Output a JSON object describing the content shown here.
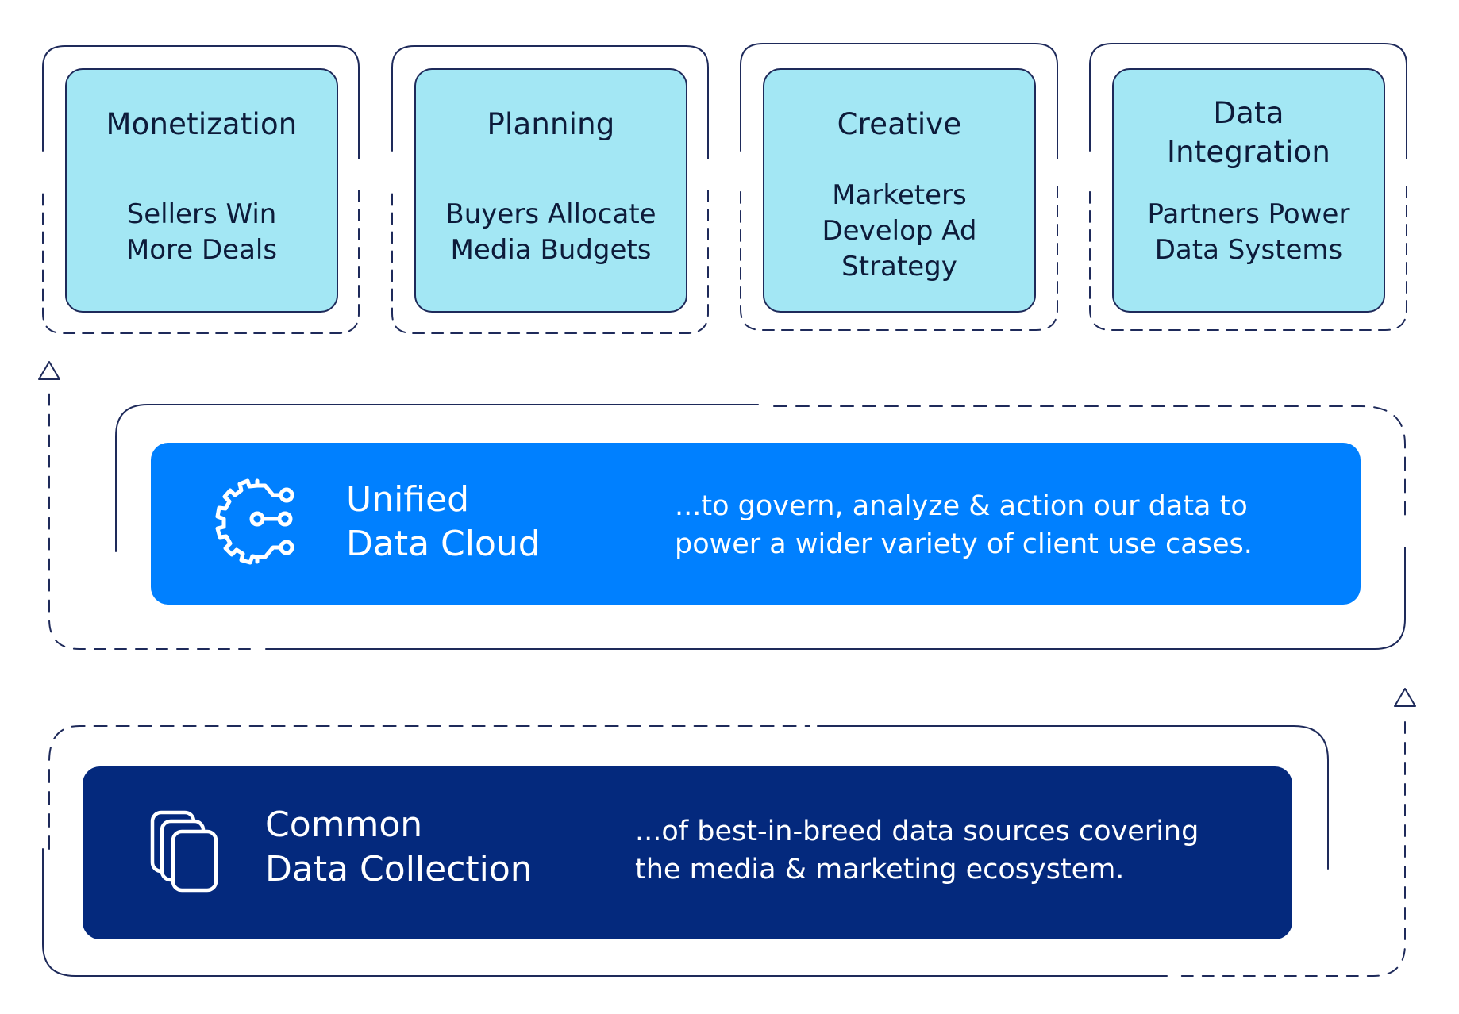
{
  "use_cases": [
    {
      "title": "Monetization",
      "description": [
        "Sellers Win",
        "More Deals"
      ]
    },
    {
      "title": "Planning",
      "description": [
        "Buyers Allocate",
        "Media Budgets"
      ]
    },
    {
      "title": "Creative",
      "description": [
        "Marketers",
        "Develop Ad",
        "Strategy"
      ]
    },
    {
      "title": "Data Integration",
      "title_lines": [
        "Data",
        "Integration"
      ],
      "description": [
        "Partners Power",
        "Data Systems"
      ]
    }
  ],
  "unified": {
    "title_lines": [
      "Unified",
      "Data Cloud"
    ],
    "description_lines": [
      "...to govern, analyze & action our data to",
      "power a wider variety of client use cases."
    ],
    "icon": "circuit-gear-icon",
    "color": "#0080ff"
  },
  "collection": {
    "title_lines": [
      "Common",
      "Data Collection"
    ],
    "description_lines": [
      "...of best-in-breed data sources covering",
      "the media & marketing ecosystem."
    ],
    "icon": "stacked-documents-icon",
    "color": "#04297d"
  },
  "colors": {
    "card_fill": "#a3e7f4",
    "line": "#1e2a5a"
  }
}
